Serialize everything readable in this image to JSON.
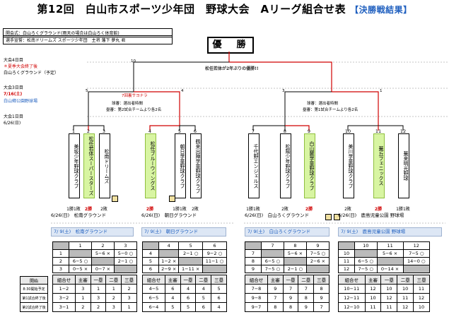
{
  "header": {
    "title": "第12回　白山市スポーツ少年団　野球大会　Aリーグ組合せ表",
    "result_label": "【決勝戦結果】"
  },
  "info": {
    "line1": "開会式：白山ろくグラウンド(雨天の場合は白山ろく体育館)",
    "line2": "選手宣誓：松南ドリームズ スポーツ少年団　主将 藩下 夢丸 君"
  },
  "champion": "優　勝",
  "rounds": {
    "day4": {
      "label": "大会4日目",
      "note": "＊夏季大会終了後",
      "venue": "白山ろくグラウンド（予定）"
    },
    "day3": {
      "label": "大会3日目",
      "date": "7/16(土)",
      "venue": "白山鄕公園野球場"
    },
    "day1": {
      "label": "大会1日目",
      "date": "6/26(日)"
    }
  },
  "final_note": "松任若体が2年ぶりの優勝!!",
  "semi_left_note": "7回裏サヨナラ",
  "notes": {
    "left_a": "球審：選出者時間",
    "left_b": "塁審：第2試合チームより各2名",
    "right_a": "球審：選出者時間",
    "right_b": "塁審：第1試合チームより各2名"
  },
  "bracket_numbers": [
    "10",
    "5",
    "4",
    "3",
    "1"
  ],
  "teams": [
    {
      "no": "1",
      "name": "美坂少年野球クラブ",
      "result": "1勝1敗",
      "win": false
    },
    {
      "no": "2",
      "name": "松任若体スーパースターズ",
      "result": "2勝",
      "win": true
    },
    {
      "no": "3",
      "name": "松南ドリームズ",
      "result": "2敗",
      "win": false
    },
    {
      "no": "4",
      "name": "松任ブルーウィングス",
      "result": "2勝",
      "win": true
    },
    {
      "no": "5",
      "name": "朝日学童野球クラブ",
      "result": "1勝1敗",
      "win": false
    },
    {
      "no": "6",
      "name": "鶴来出陣学童野球クラブ",
      "result": "2敗",
      "win": false
    },
    {
      "no": "7",
      "name": "千代野エンジェルス",
      "result": "1勝1敗",
      "win": false
    },
    {
      "no": "8",
      "name": "松陽少年野球クラブ",
      "result": "2敗",
      "win": false
    },
    {
      "no": "9",
      "name": "白山麓学童野球クラブ",
      "result": "2勝",
      "win": true
    },
    {
      "no": "10",
      "name": "美川学童野球クラブ",
      "result": "2敗",
      "win": false
    },
    {
      "no": "11",
      "name": "蕪丘フェニックス",
      "result": "2勝",
      "win": true
    },
    {
      "no": "12",
      "name": "蕪来明光野球",
      "result": "1勝1敗",
      "win": false
    }
  ],
  "venues_day1": [
    "6/26(日)　松南グラウンド",
    "6/26(日)　朝日グラウンド",
    "6/26(日)　白山ろくグラウンド",
    "6/26(日)　鹿島児童公園 野球場"
  ],
  "venues_day2": [
    "7/ 9(土)　松南グラウンド",
    "7/ 9(土)　朝日グラウンド",
    "7/ 9(土)　白山ろくグラウンド",
    "7/ 9(土)　鹿島児童公園 野球場"
  ],
  "grids": [
    {
      "heads": [
        "1",
        "2",
        "3"
      ],
      "rows": [
        [
          "1",
          "",
          "5−6 ×",
          "5−0 ○"
        ],
        [
          "2",
          "6−5 ○",
          "",
          "2−1 ○"
        ],
        [
          "3",
          "0−5 ×",
          "0−7 ×",
          ""
        ]
      ]
    },
    {
      "heads": [
        "4",
        "5",
        "6"
      ],
      "rows": [
        [
          "4",
          "",
          "2−1 ○",
          "9−2 ○"
        ],
        [
          "5",
          "1−2 ×",
          "",
          "11−1 ○"
        ],
        [
          "6",
          "2−9 ×",
          "1−11 ×",
          ""
        ]
      ]
    },
    {
      "heads": [
        "7",
        "8",
        "9"
      ],
      "rows": [
        [
          "7",
          "",
          "5−6 ×",
          "7−5 ○"
        ],
        [
          "8",
          "6−5 ○",
          "",
          "2−6 ×"
        ],
        [
          "9",
          "7−5 ○",
          "2−1 ○",
          ""
        ]
      ]
    },
    {
      "heads": [
        "10",
        "11",
        "12"
      ],
      "rows": [
        [
          "10",
          "",
          "5−6 ×",
          "7−5 ○"
        ],
        [
          "11",
          "6−5 ○",
          "",
          "14−0 ○"
        ],
        [
          "12",
          "7−5 ○",
          "0−14 ×",
          ""
        ]
      ]
    }
  ],
  "order_head": [
    "組合せ",
    "主審",
    "一塁",
    "二塁",
    "三塁"
  ],
  "orders": [
    [
      [
        "1−2",
        "3",
        "1",
        "1",
        "2"
      ],
      [
        "3−2",
        "1",
        "3",
        "2",
        "3"
      ],
      [
        "3−1",
        "2",
        "2",
        "3",
        "1"
      ]
    ],
    [
      [
        "4−5",
        "6",
        "4",
        "4",
        "5"
      ],
      [
        "6−5",
        "4",
        "6",
        "5",
        "6"
      ],
      [
        "6−4",
        "5",
        "5",
        "6",
        "4"
      ]
    ],
    [
      [
        "7−8",
        "9",
        "7",
        "7",
        "8"
      ],
      [
        "9−8",
        "7",
        "9",
        "8",
        "9"
      ],
      [
        "9−7",
        "8",
        "8",
        "9",
        "7"
      ]
    ],
    [
      [
        "10−11",
        "12",
        "10",
        "10",
        "11"
      ],
      [
        "12−11",
        "10",
        "12",
        "11",
        "12"
      ],
      [
        "12−10",
        "11",
        "11",
        "12",
        "10"
      ]
    ]
  ],
  "start": {
    "head": "開始",
    "rows": [
      "8:30開始予定",
      "第1試合終了後",
      "第2試合終了後"
    ]
  },
  "colors": {
    "red_line": "#d00000",
    "blue_text": "#1f5fbf",
    "win_fill": "#d8f5a2"
  }
}
